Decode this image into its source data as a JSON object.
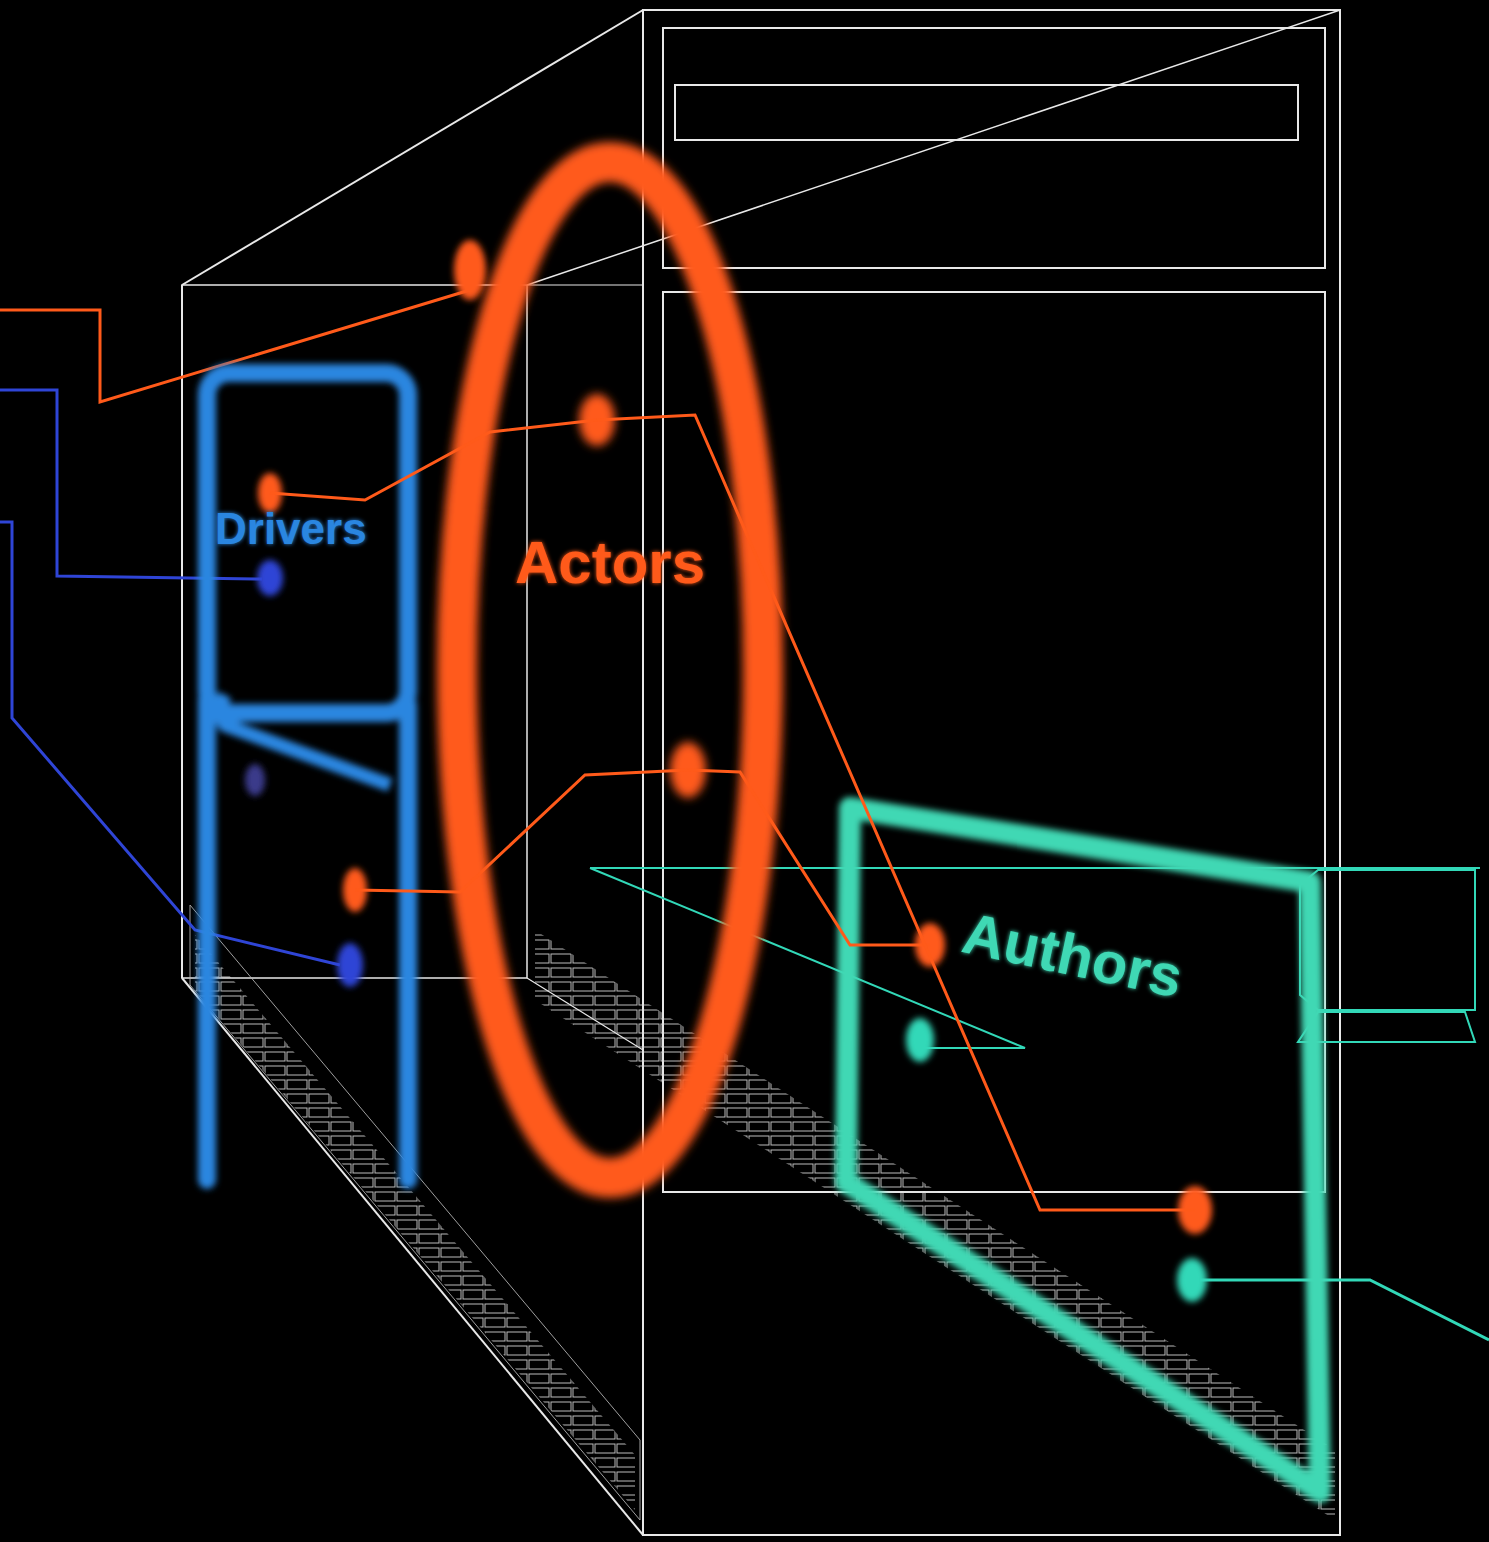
{
  "diagram": {
    "nodes": [
      {
        "text": [
          "Drivers"
        ]
      },
      {
        "text": [
          "Actors"
        ]
      },
      {
        "text": [
          "Authors"
        ]
      }
    ],
    "edges": [
      {
        "from": 1,
        "to": 0,
        "arrow": "none"
      },
      {
        "from": 1,
        "to": 0,
        "arrow": "none"
      },
      {
        "from": 1,
        "to": 2,
        "arrow": "none"
      },
      {
        "from": 1,
        "to": 2,
        "arrow": "none"
      }
    ]
  }
}
